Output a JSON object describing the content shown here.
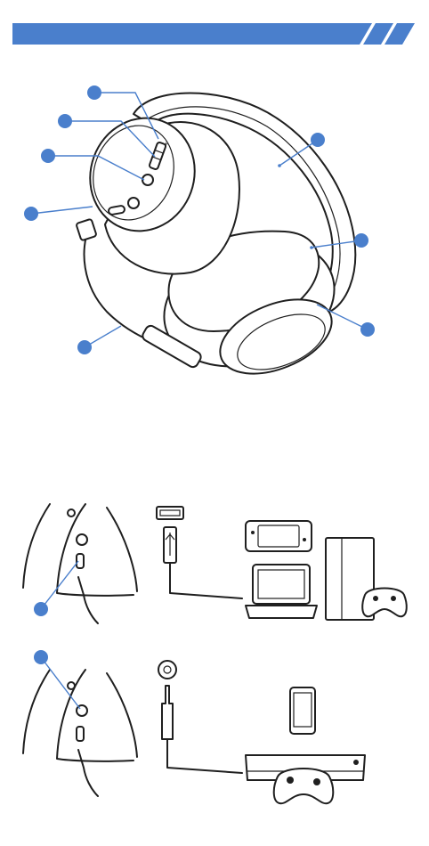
{
  "header": {
    "bar_color": "#4a7fcc"
  },
  "figure_headset": {
    "callouts": [
      "volume-wheel",
      "power-switch",
      "mic-mute-button",
      "usb-port",
      "headband",
      "ear-cushion",
      "ear-cup",
      "boom-microphone"
    ],
    "volume_plus_label": "+"
  },
  "figure_usb_connection": {
    "cable_type": "USB",
    "devices": [
      "nintendo-switch",
      "laptop",
      "playstation-console",
      "playstation-controller"
    ]
  },
  "figure_aux_connection": {
    "cable_type": "3.5mm",
    "devices": [
      "smartphone",
      "xbox-console",
      "xbox-controller"
    ]
  },
  "colors": {
    "accent": "#4a7fcc",
    "line": "#1f1f1f",
    "background": "#ffffff"
  }
}
